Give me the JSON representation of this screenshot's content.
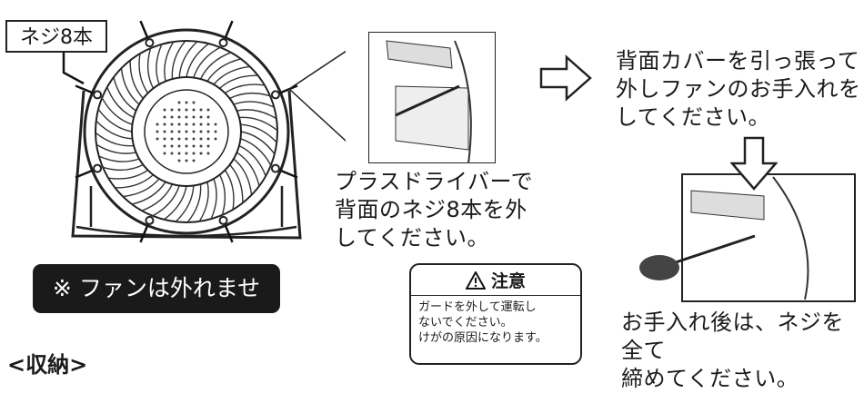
{
  "screws_label": "ネジ8本",
  "removal_instruction": [
    "プラスドライバーで",
    "背面のネジ8本を外",
    "してください。"
  ],
  "cover_instruction": [
    "背面カバーを引っ張って",
    "外しファンのお手入れを",
    "してください。"
  ],
  "fan_notice": "※ ファンは外れません。",
  "caution": {
    "title": "注意",
    "lines": [
      "ガードを外して運転し",
      "ないでください。",
      "けがの原因になります。"
    ]
  },
  "after_instruction": [
    "お手入れ後は、ネジを全て",
    "締めてください。"
  ],
  "storage_heading": "<収納>"
}
